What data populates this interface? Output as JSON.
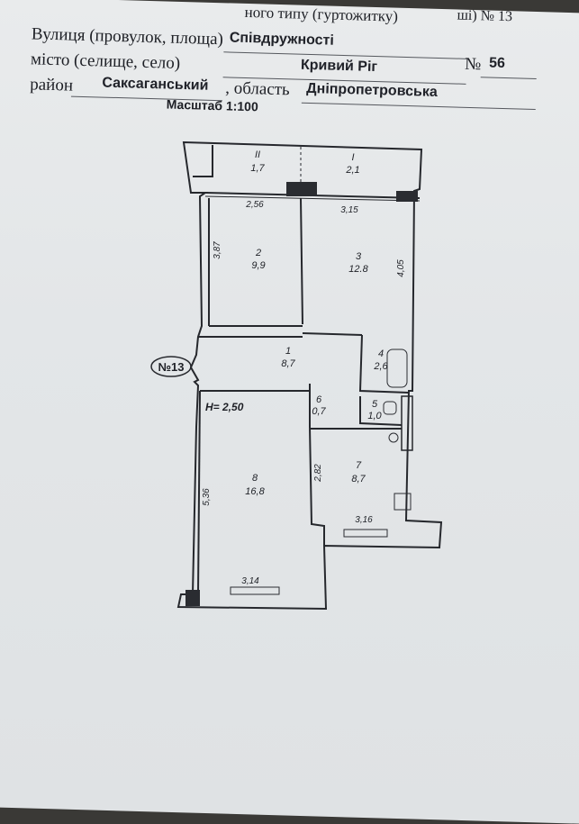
{
  "header": {
    "top_line": "ного типу (гуртожитку)",
    "top_num_label": "ші) № 13",
    "street_label": "Вулиця (провулок, площа)",
    "street_value": "Співдружності",
    "city_label": "місто (селище, село)",
    "city_value": "Кривий Ріг",
    "building_label": "№",
    "building_value": "56",
    "district_label": "район",
    "district_value": "Саксаганський",
    "region_label": ", область",
    "region_value": "Дніпропетровська",
    "scale": "Масштаб 1:100"
  },
  "plan": {
    "apartment_tag": "№13",
    "ceiling_height": "H= 2,50",
    "rooms": [
      {
        "num": "II",
        "area": "1,7"
      },
      {
        "num": "I",
        "area": "2,1"
      },
      {
        "num": "2",
        "area": "9,9"
      },
      {
        "num": "3",
        "area": "12.8"
      },
      {
        "num": "1",
        "area": "8,7"
      },
      {
        "num": "4",
        "area": "2,6"
      },
      {
        "num": "6",
        "area": "0,7"
      },
      {
        "num": "5",
        "area": "1,0"
      },
      {
        "num": "8",
        "area": "16,8"
      },
      {
        "num": "7",
        "area": "8,7"
      }
    ],
    "dimensions": [
      "2,56",
      "3,15",
      "3,87",
      "4,05",
      "5,36",
      "2,82",
      "3,16",
      "3,14"
    ]
  }
}
